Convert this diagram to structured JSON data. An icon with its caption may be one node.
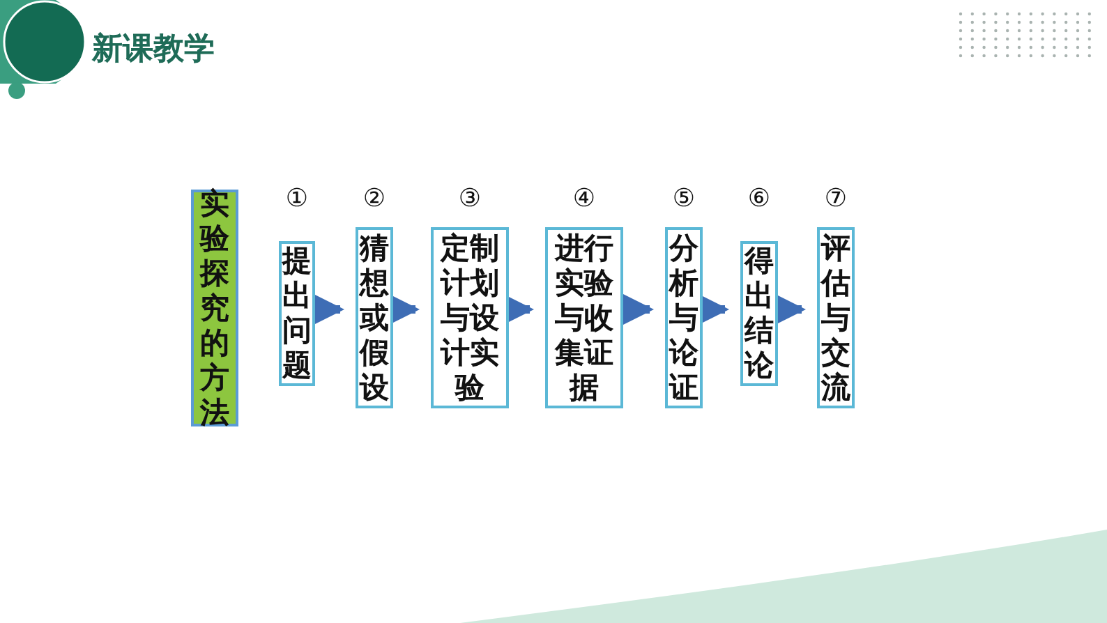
{
  "diagram": {
    "title": "新课教学",
    "nodes": [
      {
        "text": [
          "实验探究的方法"
        ]
      },
      {
        "text": [
          "提出问题"
        ],
        "beside": [
          "①"
        ]
      },
      {
        "text": [
          "猜想或假设"
        ],
        "beside": [
          "②"
        ]
      },
      {
        "text": [
          "定制计划与设计实验"
        ],
        "beside": [
          "③"
        ]
      },
      {
        "text": [
          "进行实验与收集证据"
        ],
        "beside": [
          "④"
        ]
      },
      {
        "text": [
          "分析与论证"
        ],
        "beside": [
          "⑤"
        ]
      },
      {
        "text": [
          "得出结论"
        ],
        "beside": [
          "⑥"
        ]
      },
      {
        "text": [
          "评估与交流"
        ],
        "beside": [
          "⑦"
        ]
      }
    ],
    "edges": [
      {
        "from": 1,
        "to": 2,
        "arrow": "to"
      },
      {
        "from": 2,
        "to": 3,
        "arrow": "to"
      },
      {
        "from": 3,
        "to": 4,
        "arrow": "to"
      },
      {
        "from": 4,
        "to": 5,
        "arrow": "to"
      },
      {
        "from": 5,
        "to": 6,
        "arrow": "to"
      },
      {
        "from": 6,
        "to": 7,
        "arrow": "to"
      }
    ]
  }
}
